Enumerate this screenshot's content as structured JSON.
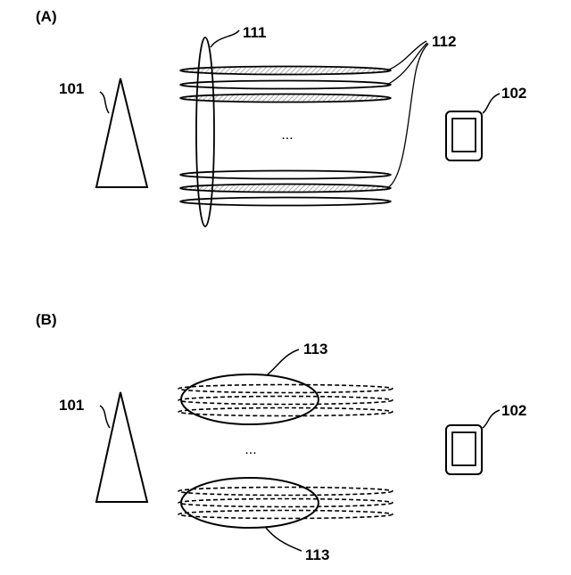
{
  "panels": {
    "a": {
      "label": "(A)",
      "base_station": "101",
      "terminal": "102",
      "beam_group": "111",
      "beams": "112",
      "ellipsis": "..."
    },
    "b": {
      "label": "(B)",
      "base_station": "101",
      "terminal": "102",
      "wide_beam_top": "113",
      "wide_beam_bottom": "113",
      "ellipsis": "..."
    }
  },
  "colors": {
    "stroke": "#000000",
    "hatch": "#9a9a9a",
    "background": "#ffffff"
  }
}
